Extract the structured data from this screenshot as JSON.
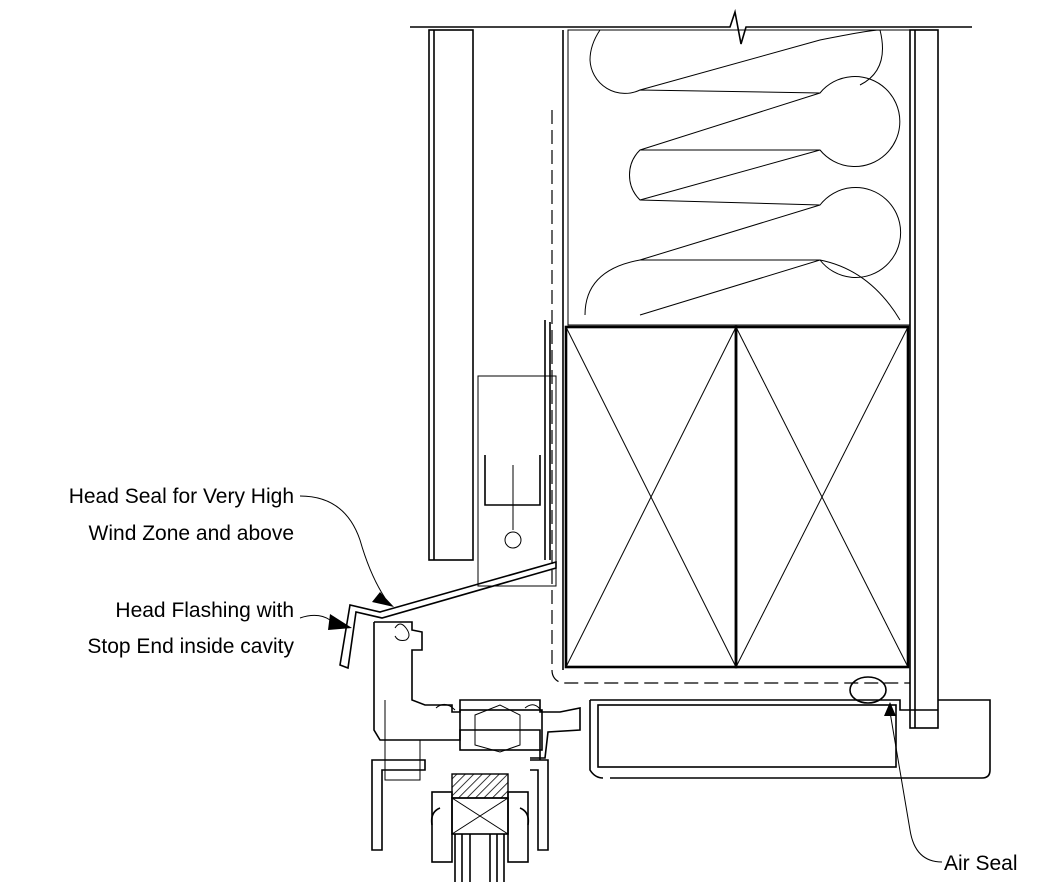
{
  "labels": {
    "head_seal_line1": "Head Seal for Very High",
    "head_seal_line2": "Wind Zone and above",
    "head_flashing_line1": "Head Flashing with",
    "head_flashing_line2": "Stop End inside cavity",
    "air_seal": "Air Seal"
  }
}
